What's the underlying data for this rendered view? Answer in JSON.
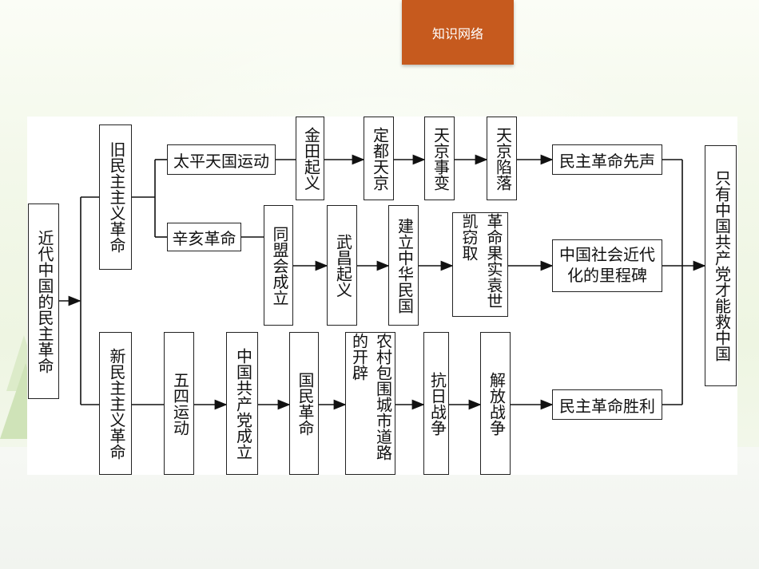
{
  "header": {
    "tag_label": "知识网络"
  },
  "diagram": {
    "root": "近代中国的民主革命",
    "old": "旧民主主义革命",
    "new": "新民主主义革命",
    "taiping": "太平天国运动",
    "jintian": "金田起义",
    "dingdu": "定都天京",
    "tianjing_event": "天京事变",
    "tianjing_fall": "天京陷落",
    "pioneer": "民主革命先声",
    "xinhai": "辛亥革命",
    "tongmeng": "同盟会成立",
    "wuchang": "武昌起义",
    "roc": "建立中华民国",
    "yuan": "革命果实袁世凯窃取",
    "milestone": "中国社会近代化的里程碑",
    "wusi": "五四运动",
    "cpc": "中国共产党成立",
    "nationalist": "国民革命",
    "rural": "农村包围城市道路的开辟",
    "antijap": "抗日战争",
    "liberation": "解放战争",
    "victory": "民主革命胜利",
    "conclusion": "只有中国共产党才能救中国"
  }
}
